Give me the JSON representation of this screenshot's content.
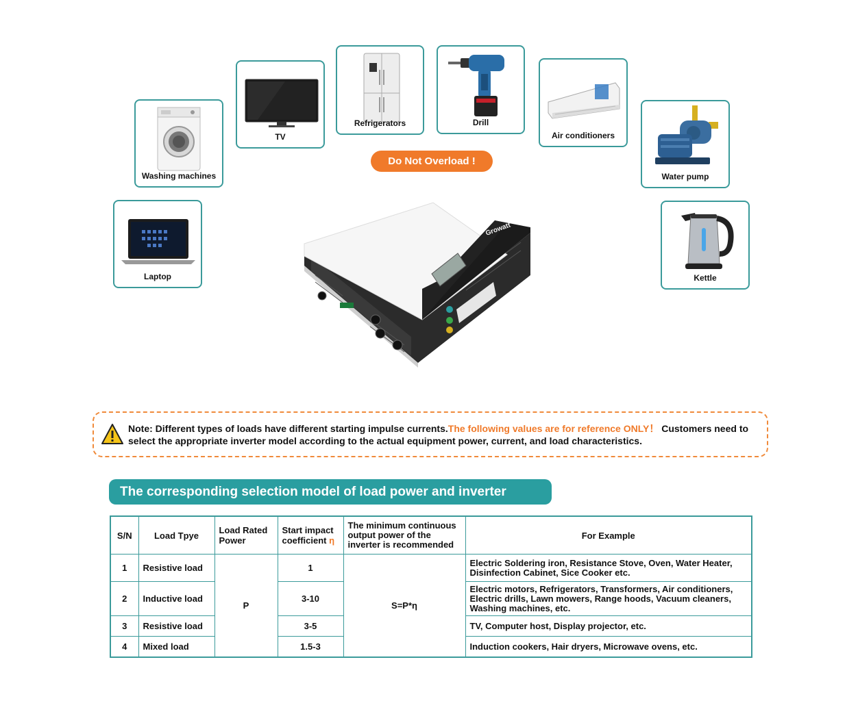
{
  "appliances": {
    "washing_machines": "Washing machines",
    "tv": "TV",
    "refrigerators": "Refrigerators",
    "drill": "Drill",
    "air_conditioners": "Air conditioners",
    "water_pump": "Water pump",
    "laptop": "Laptop",
    "kettle": "Kettle"
  },
  "badge": "Do Not Overload !",
  "inverter_brand": "Growatt",
  "note": {
    "part1": "Note: Different types of loads have different starting impulse currents.",
    "highlight": "The following values are for reference ONLY！",
    "part2": " Customers need to select the appropriate inverter model according to the actual equipment power, current, and load characteristics."
  },
  "section_title": "The corresponding selection model of load power and inverter",
  "table": {
    "headers": {
      "sn": "S/N",
      "load_type": "Load Tpye",
      "rated_power": "Load Rated Power",
      "impact": "Start impact coefficient",
      "eta": "η",
      "min_power": "The minimum continuous output power of the inverter is recommended",
      "example": "For Example"
    },
    "power_symbol": "P",
    "formula": "S=P*η",
    "rows": [
      {
        "sn": "1",
        "type": "Resistive load",
        "coef": "1",
        "example": "Electric Soldering iron, Resistance Stove, Oven, Water Heater, Disinfection Cabinet, Sice Cooker  etc."
      },
      {
        "sn": "2",
        "type": "Inductive load",
        "coef": "3-10",
        "example": "Electric motors, Refrigerators, Transformers, Air conditioners, Electric drills, Lawn mowers, Range hoods, Vacuum cleaners, Washing machines, etc."
      },
      {
        "sn": "3",
        "type": "Resistive load",
        "coef": "3-5",
        "example": "TV, Computer host, Display projector, etc."
      },
      {
        "sn": "4",
        "type": "Mixed load",
        "coef": "1.5-3",
        "example": "Induction cookers, Hair dryers, Microwave ovens, etc."
      }
    ]
  }
}
